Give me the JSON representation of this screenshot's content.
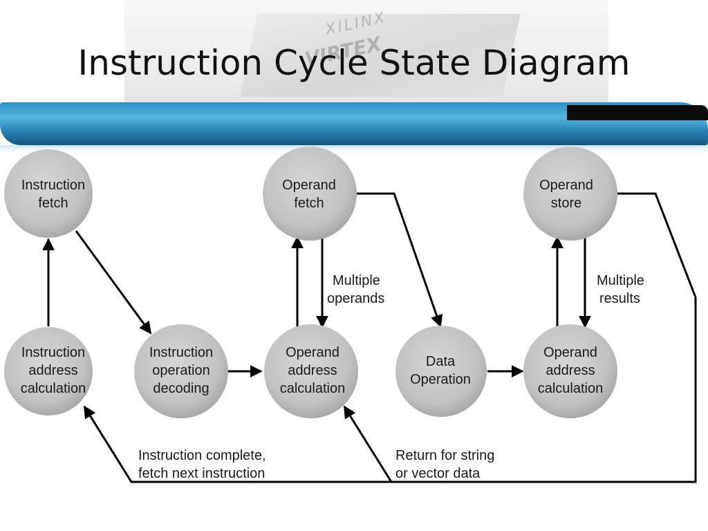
{
  "title": "Instruction Cycle State Diagram",
  "watermark": {
    "line1": "XILINX",
    "line2": "VIRTEX"
  },
  "nodes": {
    "instr_fetch": [
      "Instruction",
      "fetch"
    ],
    "operand_fetch": [
      "Operand",
      "fetch"
    ],
    "operand_store": [
      "Operand",
      "store"
    ],
    "instr_addr_calc": [
      "Instruction",
      "address",
      "calculation"
    ],
    "instr_op_decode": [
      "Instruction",
      "operation",
      "decoding"
    ],
    "operand_addr_calc_1": [
      "Operand",
      "address",
      "calculation"
    ],
    "data_operation": [
      "Data",
      "Operation"
    ],
    "operand_addr_calc_2": [
      "Operand",
      "address",
      "calculation"
    ]
  },
  "edge_labels": {
    "multiple_operands": [
      "Multiple",
      "operands"
    ],
    "multiple_results": [
      "Multiple",
      "results"
    ],
    "instruction_complete": [
      "Instruction complete,",
      "fetch next instruction"
    ],
    "return_string": [
      "Return for string",
      "or vector data"
    ]
  },
  "colors": {
    "node_fill": "#c4c4c4",
    "arrow": "#000000",
    "band_blue": "#2b8fc4"
  }
}
